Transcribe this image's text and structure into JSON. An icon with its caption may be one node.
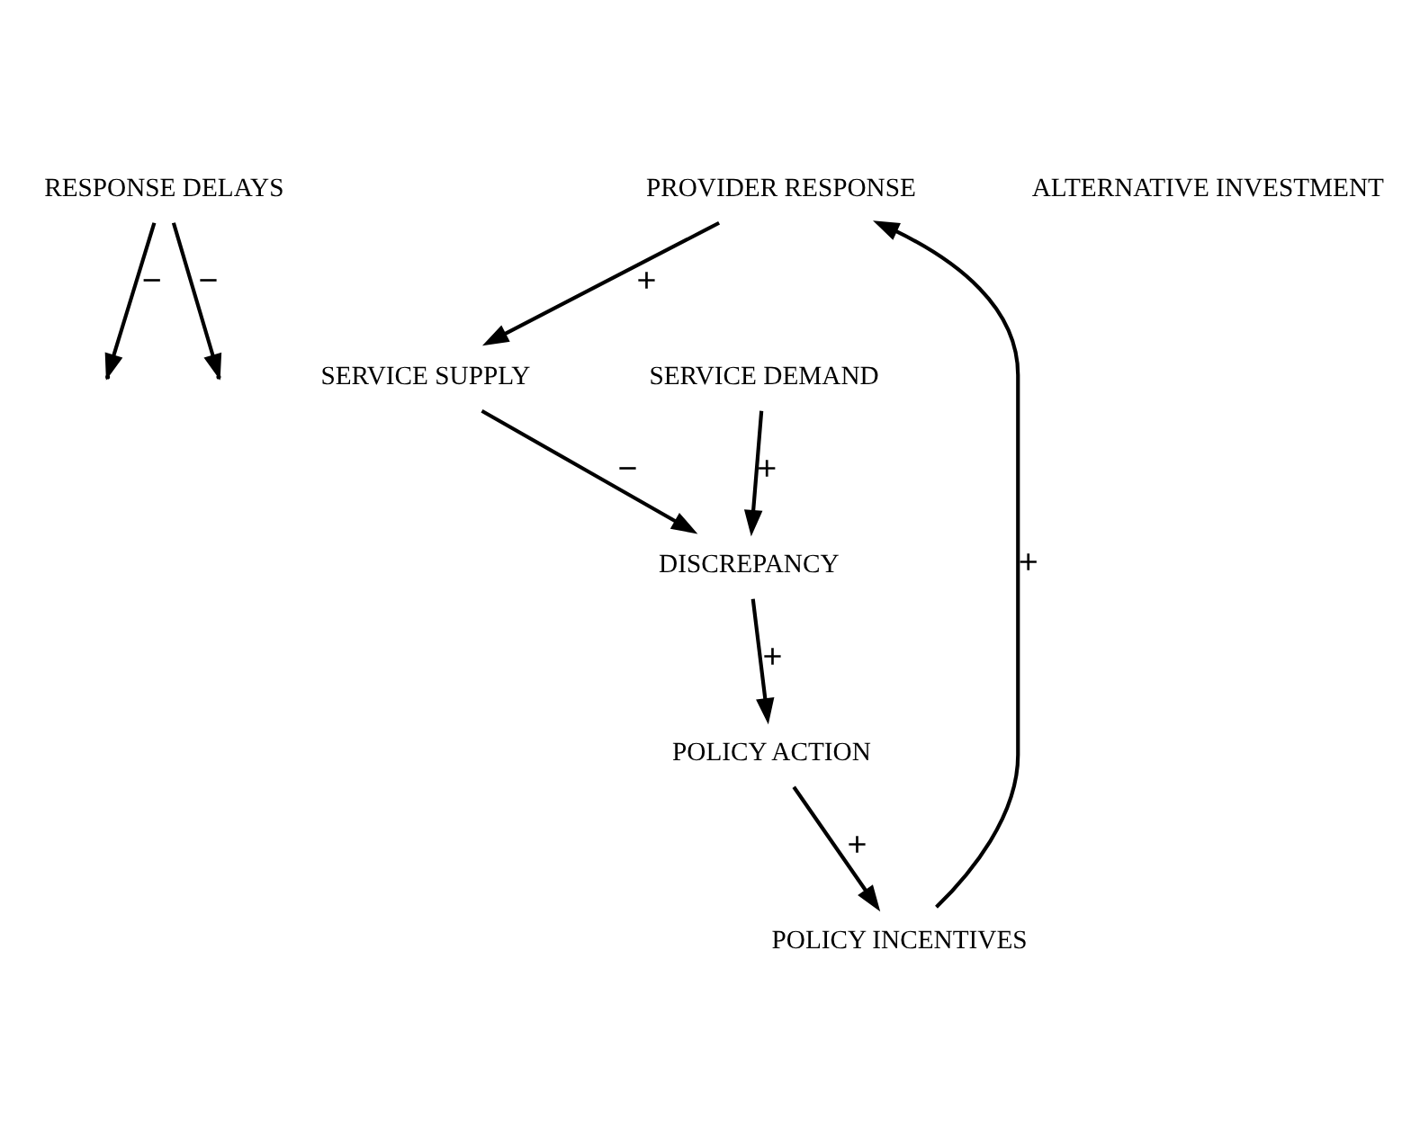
{
  "diagram": {
    "nodes": [
      {
        "text": [
          "RESPONSE DELAYS"
        ]
      },
      {
        "text": [
          "PROVIDER RESPONSE"
        ]
      },
      {
        "text": [
          "SERVICE SUPPLY"
        ]
      },
      {
        "text": [
          "POLICY INCENTIVES"
        ]
      },
      {
        "text": [
          "SERVICE DEMAND"
        ]
      },
      {
        "text": [
          "DISCREPANCY"
        ]
      },
      {
        "text": [
          "POLICY ACTION"
        ]
      }
    ],
    "edges": [
      {
        "from": 0,
        "to": null,
        "arrow": "to",
        "label": "−"
      },
      {
        "from": 0,
        "to": null,
        "arrow": "to",
        "label": "−"
      },
      {
        "from": 1,
        "to": 2,
        "arrow": "to",
        "label": "+"
      },
      {
        "from": 2,
        "to": 5,
        "arrow": "to",
        "label": "−"
      },
      {
        "from": 4,
        "to": 5,
        "arrow": "to",
        "label": "+"
      },
      {
        "from": 5,
        "to": 6,
        "arrow": "to",
        "label": "+"
      },
      {
        "from": 6,
        "to": 3,
        "arrow": "to",
        "label": "+"
      },
      {
        "from": 3,
        "to": 1,
        "arrow": "to",
        "label": "+"
      }
    ],
    "labels": [
      "ALTERNATIVE INVESTMENT"
    ]
  }
}
